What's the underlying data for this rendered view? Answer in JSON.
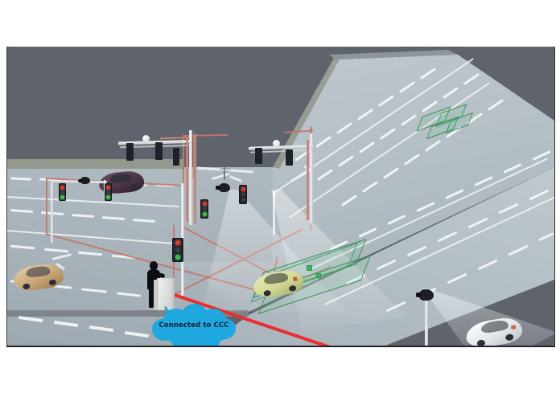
{
  "page": {
    "background_color": "#ffffff",
    "diagram_background_color": "#5f636b"
  },
  "scene": {
    "title": "Intelligent traffic intersection monitoring diagram",
    "kind": "isometric-illustration",
    "description": "Isometric illustration of a four-way signalised intersection with camera-based vehicle detection, signal gantries, a roadside controller cabinet attended by a technician, and a cloud connection callout."
  },
  "callout": {
    "cloud_label": "Connected to CCC",
    "cloud_color": "#1fa7e0",
    "cloud_text_color": "#0e2430",
    "link_color": "#1fa7e0"
  },
  "cables": {
    "power_cable_color": "#ec2d2d",
    "conduit_color": "#c98476",
    "network_link_color": "#1fa7e0"
  },
  "detection": {
    "zone_color": "#2f8f4f",
    "zone_fill": "rgba(80,200,120,0.12)",
    "fov_color": "rgba(255,255,255,0.35)"
  },
  "roads": {
    "surface_color": "#b2bcc3",
    "marking_color": "#f4f7f8",
    "verge_color": "#9aa096"
  },
  "signals": [
    {
      "name": "signal-nw-near",
      "state": "green",
      "lamps": [
        "red",
        "amber",
        "green"
      ],
      "lit": "green"
    },
    {
      "name": "signal-nw-far",
      "state": "green",
      "lamps": [
        "red",
        "amber",
        "green"
      ],
      "lit": "green"
    },
    {
      "name": "signal-center-west",
      "state": "green",
      "lamps": [
        "red",
        "amber",
        "green"
      ],
      "lit": "green"
    },
    {
      "name": "signal-center-south",
      "state": "red",
      "lamps": [
        "red",
        "amber",
        "green"
      ],
      "lit": "red"
    },
    {
      "name": "signal-center-east",
      "state": "red",
      "lamps": [
        "red",
        "amber",
        "green"
      ],
      "lit": "red"
    },
    {
      "name": "signal-center-pole",
      "state": "red",
      "lamps": [
        "red",
        "amber",
        "green"
      ],
      "lit": "red"
    }
  ],
  "vehicles": [
    {
      "name": "car-purple-north",
      "color": "#4b3646",
      "position": "north approach"
    },
    {
      "name": "car-gold-west",
      "color": "#c9a678",
      "position": "west approach"
    },
    {
      "name": "car-yellow-detected",
      "color": "#d8dd9a",
      "position": "east approach, inside detection zone"
    },
    {
      "name": "suv-white-southeast",
      "color": "#e7eaec",
      "position": "south-east approach"
    }
  ],
  "equipment": [
    {
      "name": "gantry-north",
      "type": "signal gantry with mast arm"
    },
    {
      "name": "gantry-northeast",
      "type": "signal gantry with mast arm"
    },
    {
      "name": "camera-pole-east",
      "type": "pole-mounted detection camera"
    },
    {
      "name": "camera-center",
      "type": "mast-mounted detection camera"
    },
    {
      "name": "controller-cabinet",
      "type": "roadside traffic controller cabinet"
    },
    {
      "name": "antenna",
      "type": "wireless radio antenna"
    },
    {
      "name": "technician",
      "type": "person operating the cabinet"
    }
  ]
}
